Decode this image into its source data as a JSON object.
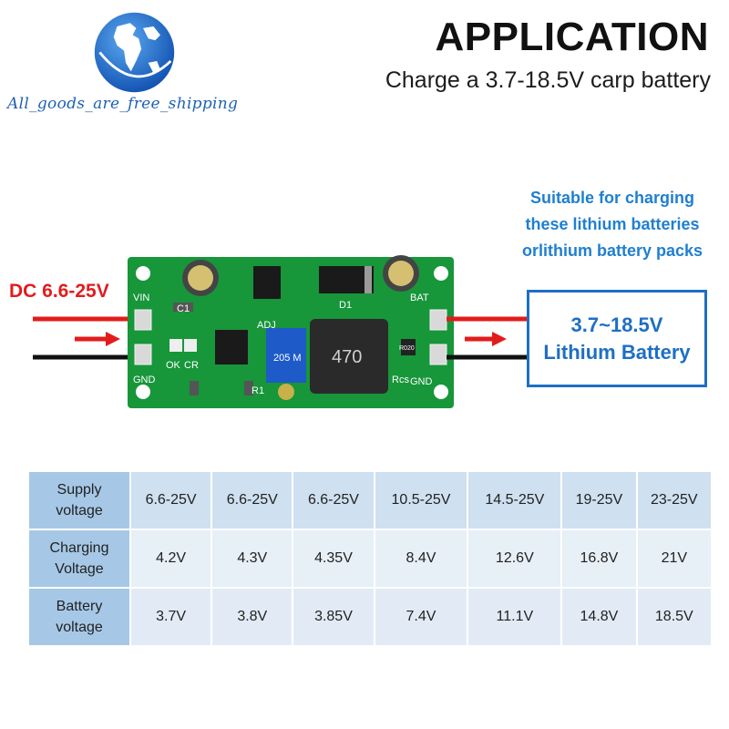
{
  "store": {
    "name": "All_goods_are_free_shipping"
  },
  "header": {
    "title": "APPLICATION",
    "subtitle": "Charge a 3.7-18.5V carp battery"
  },
  "note": {
    "lines": [
      "Suitable for charging",
      "these lithium batteries",
      "orlithium battery packs"
    ]
  },
  "input": {
    "label": "DC 6.6-25V"
  },
  "battery": {
    "line1": "3.7~18.5V",
    "line2": "Lithium Battery"
  },
  "board": {
    "labels": {
      "vin": "VIN",
      "gnd_left": "GND",
      "bat": "BAT",
      "gnd_right": "GND",
      "c1": "C1",
      "d1": "D1",
      "ok": "OK",
      "cr": "CR",
      "r1": "R1",
      "rcs": "Rcs",
      "adj": "ADJ",
      "pot": "205 M",
      "inductor": "470",
      "resistor": "R020"
    }
  },
  "table": {
    "rows": [
      {
        "header": [
          "Supply",
          "voltage"
        ],
        "values": [
          "6.6-25V",
          "6.6-25V",
          "6.6-25V",
          "10.5-25V",
          "14.5-25V",
          "19-25V",
          "23-25V"
        ]
      },
      {
        "header": [
          "Charging",
          "Voltage"
        ],
        "values": [
          "4.2V",
          "4.3V",
          "4.35V",
          "8.4V",
          "12.6V",
          "16.8V",
          "21V"
        ]
      },
      {
        "header": [
          "Battery",
          "voltage"
        ],
        "values": [
          "3.7V",
          "3.8V",
          "3.85V",
          "7.4V",
          "11.1V",
          "14.8V",
          "18.5V"
        ]
      }
    ]
  },
  "colors": {
    "accent_blue": "#1d6fc4",
    "red": "#e21c1c",
    "board_green": "#17963a"
  }
}
